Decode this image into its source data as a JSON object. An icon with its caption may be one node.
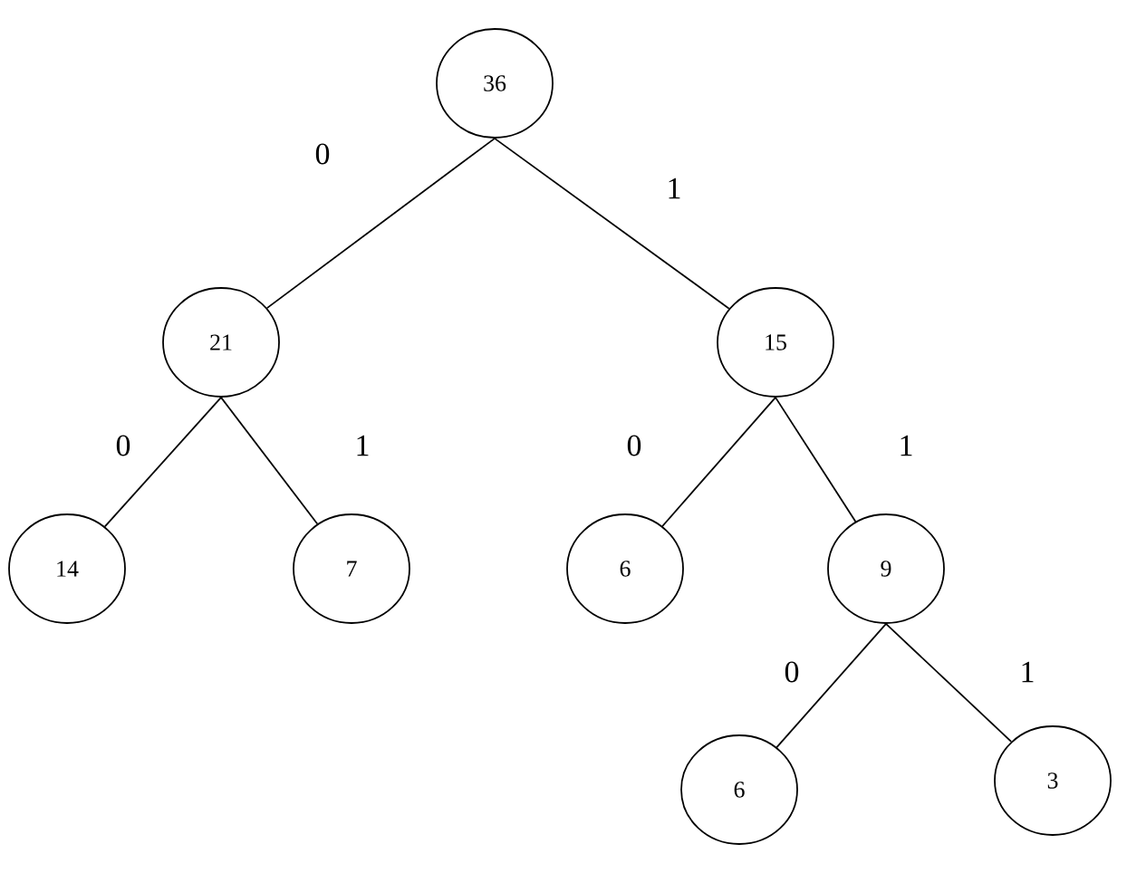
{
  "diagram": {
    "nodes": [
      {
        "text": [
          "36"
        ]
      },
      {
        "text": [
          "21"
        ]
      },
      {
        "text": [
          "15"
        ]
      },
      {
        "text": [
          "14"
        ]
      },
      {
        "text": [
          "7"
        ]
      },
      {
        "text": [
          "6"
        ]
      },
      {
        "text": [
          "9"
        ]
      },
      {
        "text": [
          "6"
        ]
      },
      {
        "text": [
          "3"
        ]
      }
    ],
    "edges": [
      {
        "from": 0,
        "to": 1,
        "arrow": "none",
        "label": "0"
      },
      {
        "from": 0,
        "to": 2,
        "arrow": "none",
        "label": "1"
      },
      {
        "from": 1,
        "to": 3,
        "arrow": "none",
        "label": "0"
      },
      {
        "from": 1,
        "to": 4,
        "arrow": "none",
        "label": "1"
      },
      {
        "from": 2,
        "to": 5,
        "arrow": "none",
        "label": "0"
      },
      {
        "from": 2,
        "to": 6,
        "arrow": "none",
        "label": "1"
      },
      {
        "from": 6,
        "to": 7,
        "arrow": "none",
        "label": "0"
      },
      {
        "from": 6,
        "to": 8,
        "arrow": "none",
        "label": "1"
      }
    ]
  }
}
